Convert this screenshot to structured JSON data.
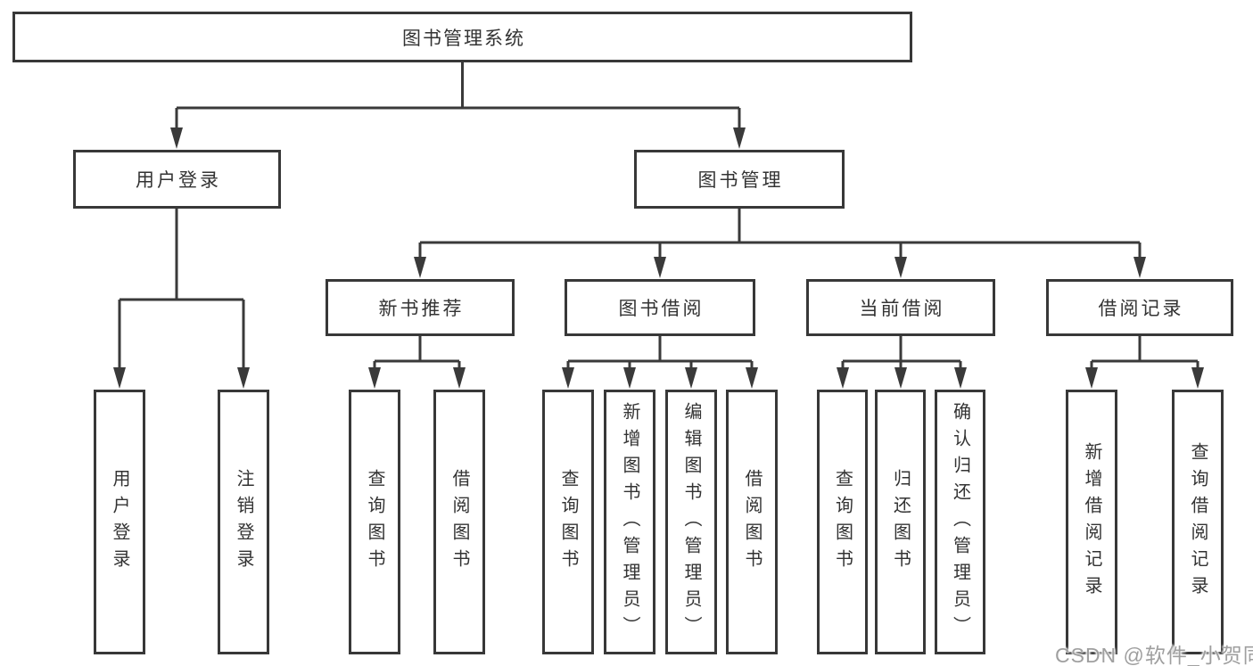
{
  "colors": {
    "background": "#ffffff",
    "line": "#3a3a3a",
    "box_border": "#383838",
    "text": "#333333",
    "watermark": "#9f9f9f"
  },
  "tree": {
    "root": {
      "label": "图书管理系统",
      "children": [
        {
          "label": "用户登录",
          "children": [
            {
              "label": "用户登录"
            },
            {
              "label": "注销登录"
            }
          ]
        },
        {
          "label": "图书管理",
          "children": [
            {
              "label": "新书推荐",
              "children": [
                {
                  "label": "查询图书"
                },
                {
                  "label": "借阅图书"
                }
              ]
            },
            {
              "label": "图书借阅",
              "children": [
                {
                  "label": "查询图书"
                },
                {
                  "label": "新增图书（管理员）"
                },
                {
                  "label": "编辑图书（管理员）"
                },
                {
                  "label": "借阅图书"
                }
              ]
            },
            {
              "label": "当前借阅",
              "children": [
                {
                  "label": "查询图书"
                },
                {
                  "label": "归还图书"
                },
                {
                  "label": "确认归还（管理员）"
                }
              ]
            },
            {
              "label": "借阅记录",
              "children": [
                {
                  "label": "新增借阅记录"
                },
                {
                  "label": "查询借阅记录"
                }
              ]
            }
          ]
        }
      ]
    }
  },
  "watermark": {
    "text": "CSDN @软件_小贺同学"
  }
}
